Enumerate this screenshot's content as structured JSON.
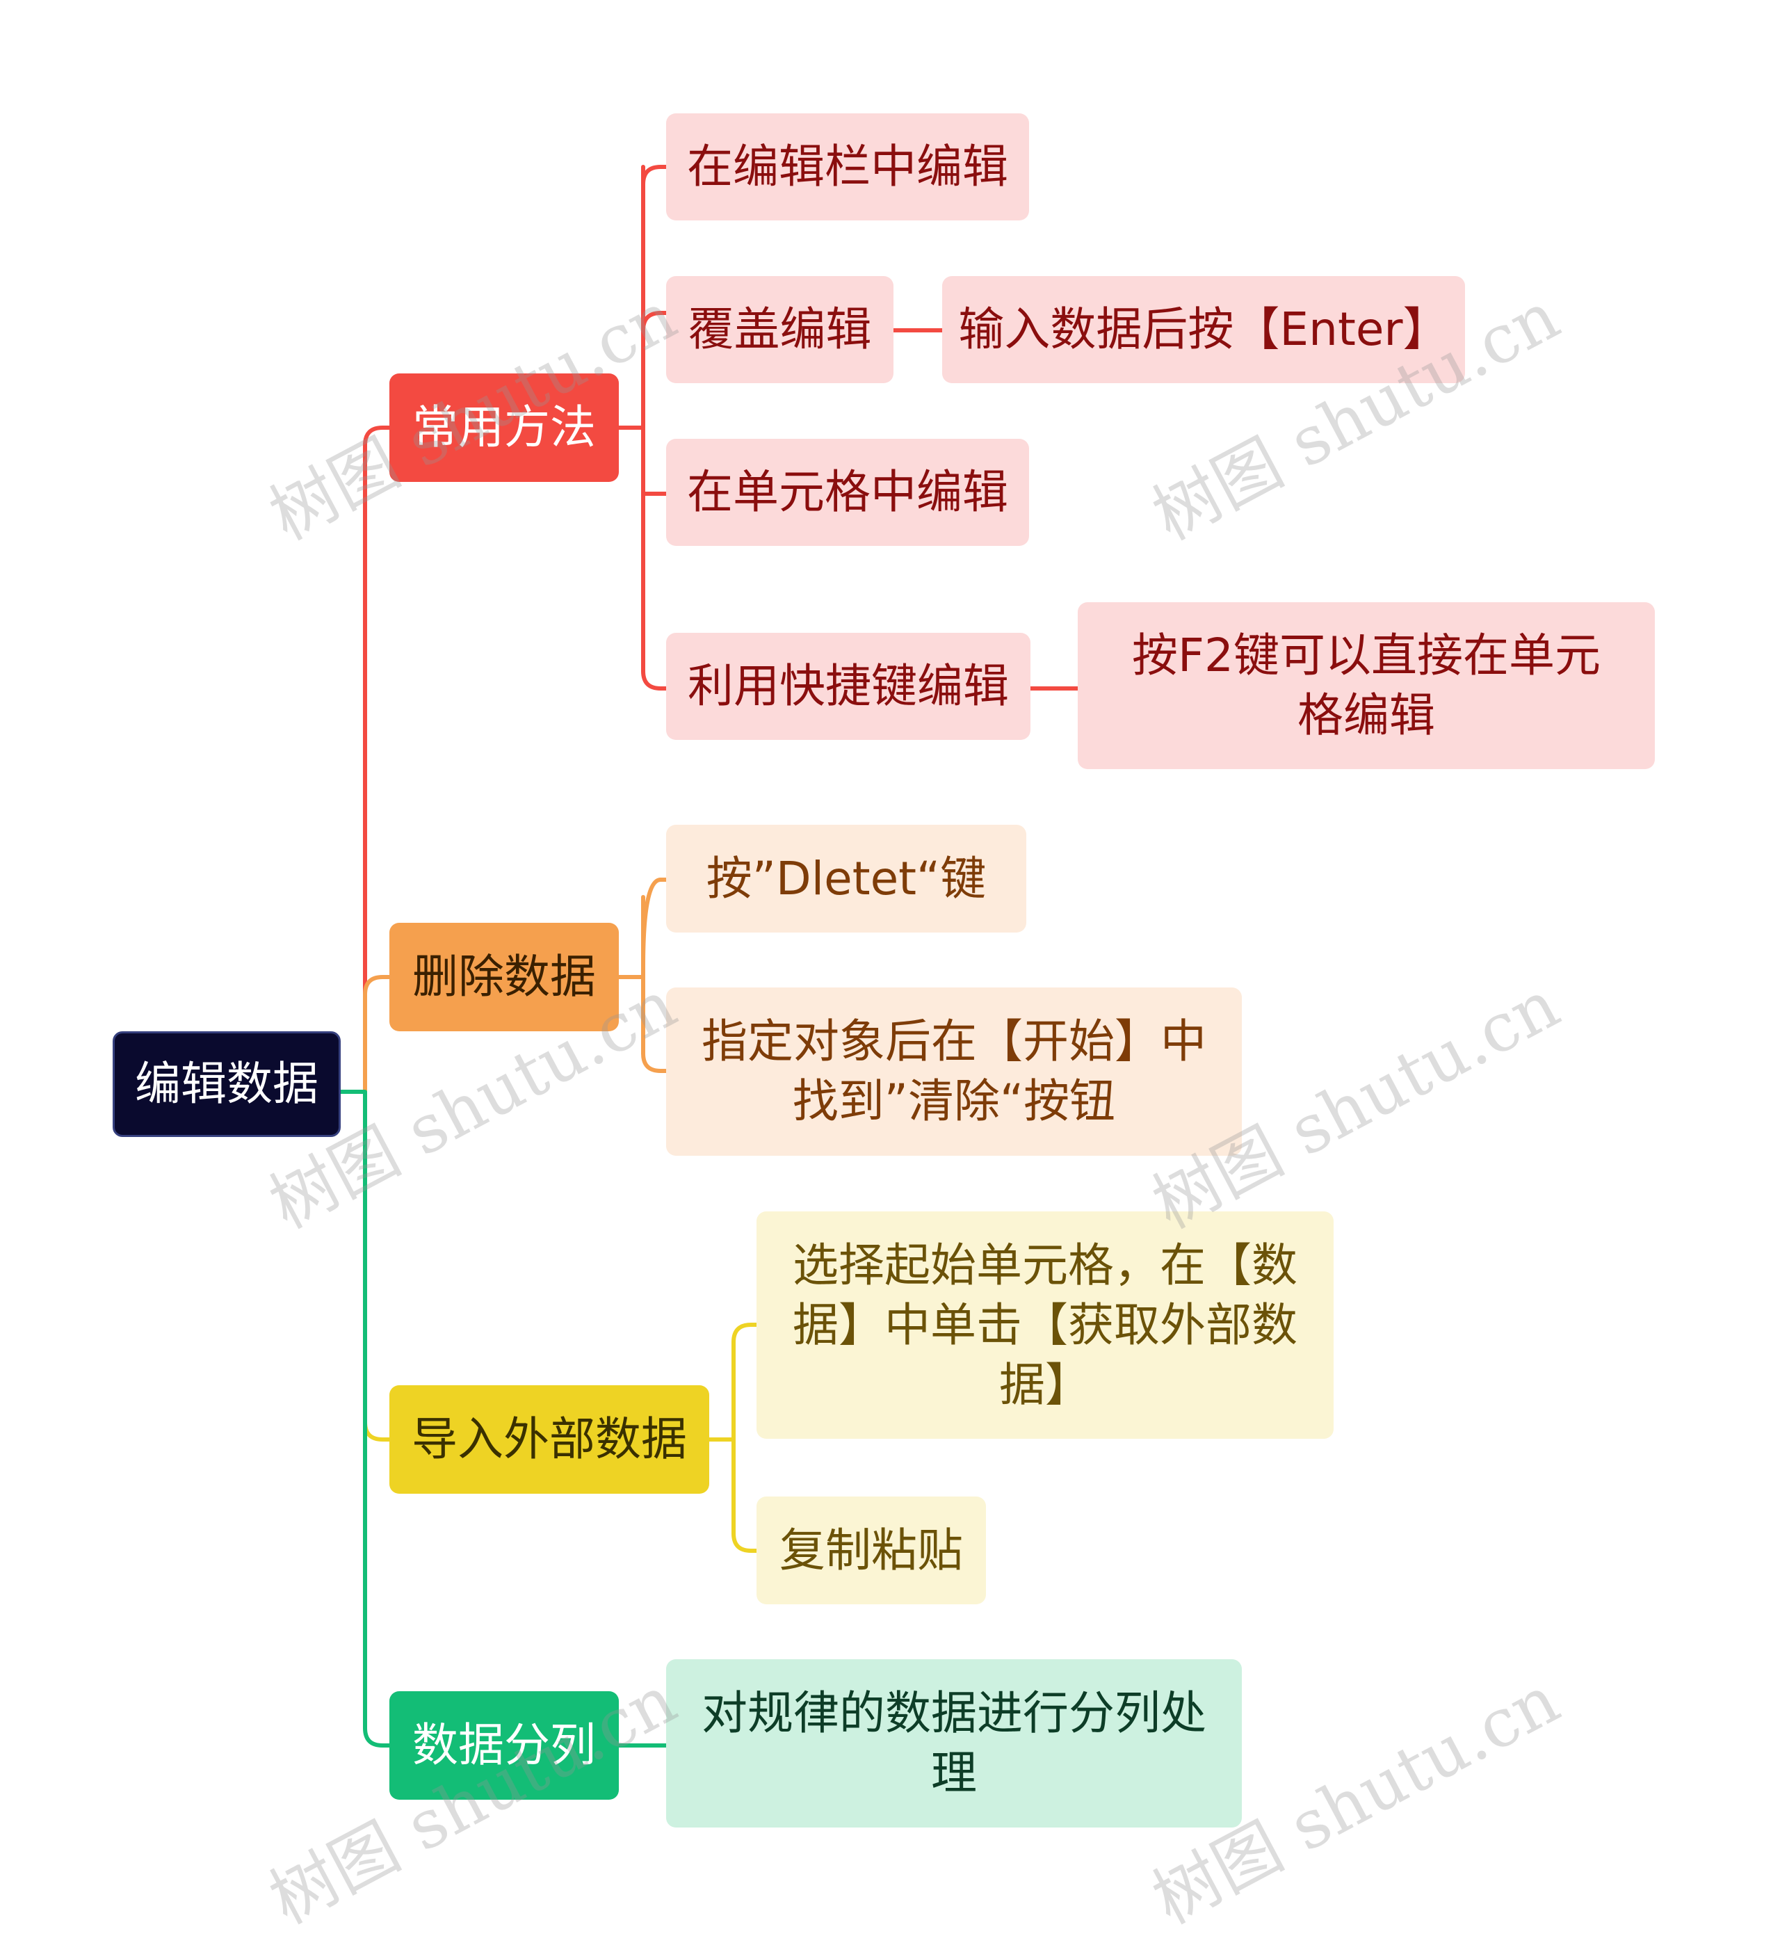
{
  "root": {
    "label": "编辑数据"
  },
  "branches": [
    {
      "label": "常用方法",
      "color": "#f34a41",
      "children": [
        {
          "label": "在编辑栏中编辑"
        },
        {
          "label": "覆盖编辑",
          "children": [
            {
              "label": "输入数据后按【Enter】"
            }
          ]
        },
        {
          "label": "在单元格中编辑"
        },
        {
          "label": "利用快捷键编辑",
          "children": [
            {
              "label": "按F2键可以直接在单元格编辑"
            }
          ]
        }
      ]
    },
    {
      "label": "删除数据",
      "color": "#f5a04e",
      "children": [
        {
          "label": "按”Dletet“键"
        },
        {
          "label": "指定对象后在【开始】中找到”清除“按钮"
        }
      ]
    },
    {
      "label": "导入外部数据",
      "color": "#eed324",
      "children": [
        {
          "label": "选择起始单元格，在【数据】中单击【获取外部数据】"
        },
        {
          "label": "复制粘贴"
        }
      ]
    },
    {
      "label": "数据分列",
      "color": "#13bd76",
      "children": [
        {
          "label": "对规律的数据进行分列处理"
        }
      ]
    }
  ],
  "root_line_color": "#13bd76",
  "watermark": "树图 shutu.cn"
}
